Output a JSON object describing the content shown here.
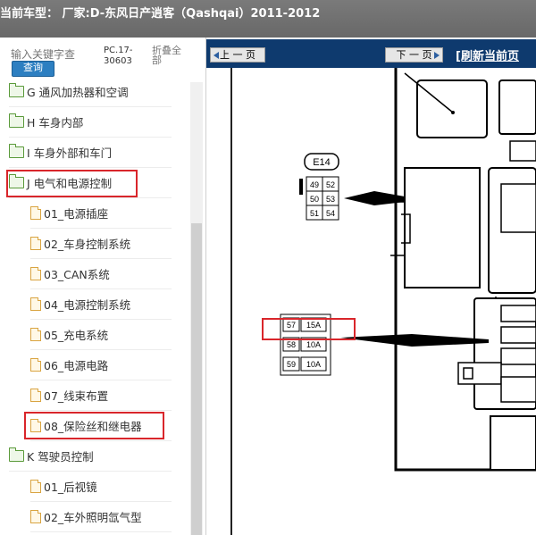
{
  "window": {
    "title": "当前车型：  厂家:D-东风日产逍客（Qashqai）2011-2012"
  },
  "sidebar": {
    "search_placeholder": "输入关键字查",
    "search_button": "查询",
    "pc_label": "PC.17-\n30603",
    "collapse_label": "折叠全部",
    "items": [
      {
        "label": "G 通风加热器和空调",
        "type": "folder"
      },
      {
        "label": "H 车身内部",
        "type": "folder"
      },
      {
        "label": "I 车身外部和车门",
        "type": "folder"
      },
      {
        "label": "J 电气和电源控制",
        "type": "folder-open"
      },
      {
        "label": "01_电源插座",
        "type": "doc"
      },
      {
        "label": "02_车身控制系统",
        "type": "doc"
      },
      {
        "label": "03_CAN系统",
        "type": "doc"
      },
      {
        "label": "04_电源控制系统",
        "type": "doc"
      },
      {
        "label": "05_充电系统",
        "type": "doc"
      },
      {
        "label": "06_电源电路",
        "type": "doc"
      },
      {
        "label": "07_线束布置",
        "type": "doc"
      },
      {
        "label": "08_保险丝和继电器",
        "type": "doc"
      },
      {
        "label": "K 驾驶员控制",
        "type": "folder-open"
      },
      {
        "label": "01_后视镜",
        "type": "doc"
      },
      {
        "label": "02_车外照明氙气型",
        "type": "doc"
      }
    ]
  },
  "viewer": {
    "prev_label": "上 一 页",
    "next_label": "下 一 页",
    "refresh_label": "[刷新当前页"
  },
  "diagram": {
    "connector_label": "E14",
    "pins": [
      "49",
      "52",
      "50",
      "53",
      "51",
      "54"
    ],
    "fuses": [
      {
        "num": "57",
        "amp": "15A"
      },
      {
        "num": "58",
        "amp": "10A"
      },
      {
        "num": "59",
        "amp": "10A"
      }
    ]
  },
  "colors": {
    "highlight": "#d9262b",
    "nav_bg": "#0e3a6e",
    "titlebar_bg": "#6e6e6e"
  }
}
